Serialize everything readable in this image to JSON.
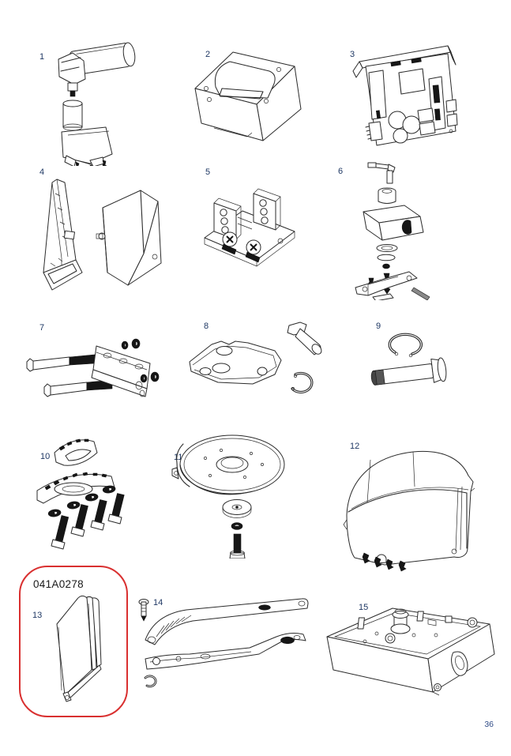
{
  "page": {
    "number": "36",
    "background_color": "#ffffff",
    "item_number_color": "#1f3864",
    "highlight_color": "#d93030",
    "line_color": "#2b2b2b"
  },
  "highlight": {
    "part_number": "041A0278",
    "applies_to_item": "13"
  },
  "items": [
    {
      "number": "1",
      "drawing": "motor-capacitor-assembly-drawing"
    },
    {
      "number": "2",
      "drawing": "transformer-drawing"
    },
    {
      "number": "3",
      "drawing": "circuit-board-drawing"
    },
    {
      "number": "4",
      "drawing": "panel-and-cover-drawing"
    },
    {
      "number": "5",
      "drawing": "terminal-block-drawing"
    },
    {
      "number": "6",
      "drawing": "lock-assembly-drawing"
    },
    {
      "number": "7",
      "drawing": "u-bracket-with-bolts-drawing"
    },
    {
      "number": "8",
      "drawing": "bracket-pin-clip-drawing"
    },
    {
      "number": "9",
      "drawing": "clevis-pin-with-ring-drawing"
    },
    {
      "number": "10",
      "drawing": "sprocket-kit-with-bolts-drawing"
    },
    {
      "number": "11",
      "drawing": "pulley-disc-with-bolt-drawing"
    },
    {
      "number": "12",
      "drawing": "motor-cover-drawing"
    },
    {
      "number": "13",
      "drawing": "access-panel-drawing",
      "part_number": "041A0278",
      "highlighted": true
    },
    {
      "number": "14",
      "drawing": "arm-assembly-drawing"
    },
    {
      "number": "15",
      "drawing": "chassis-base-drawing"
    }
  ]
}
